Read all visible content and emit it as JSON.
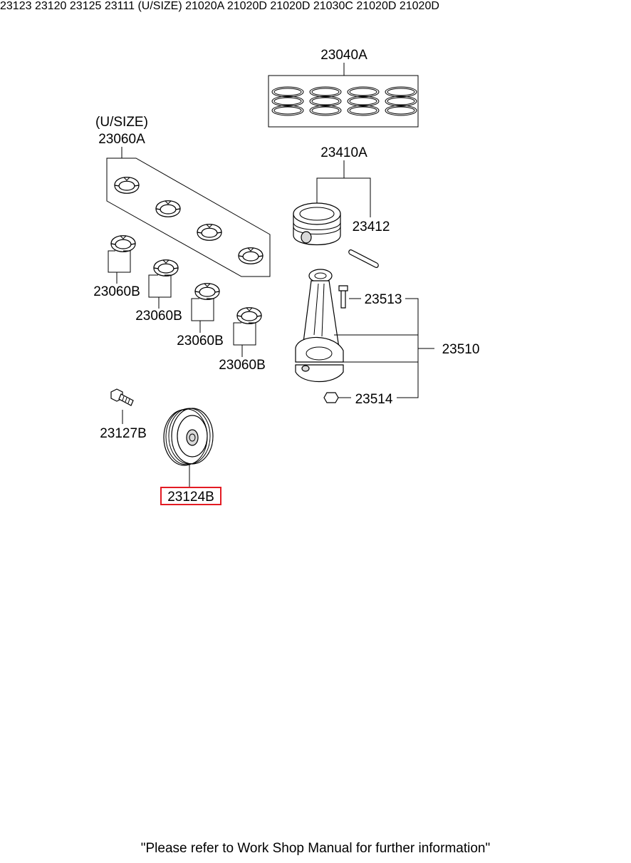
{
  "labels": {
    "rings": "23040A",
    "usize_main_top": "(U/SIZE)",
    "main_bearing_set_top": "23060A",
    "piston_assy": "23410A",
    "piston_pin": "23412",
    "conrod_bolt": "23513",
    "conrod_assy": "23510",
    "conrod_nut": "23514",
    "bearing_b1": "23060B",
    "bearing_b2": "23060B",
    "bearing_b3": "23060B",
    "bearing_b4": "23060B",
    "pulley_bolt": "23127B",
    "washer": "23123",
    "damper_pulley": "23124B",
    "sprocket": "23120",
    "key": "23125",
    "crankshaft": "23111",
    "usize_main_bottom": "(U/SIZE)",
    "main_bearing_set_bottom": "21020A",
    "bearing_d1": "21020D",
    "bearing_d2": "21020D",
    "thrust_bearing": "21030C",
    "bearing_d3": "21020D",
    "bearing_d4": "21020D"
  },
  "highlighted_part": "23124B",
  "highlight_color": "#e31b23",
  "footer": "\"Please refer to Work Shop Manual for further information\""
}
